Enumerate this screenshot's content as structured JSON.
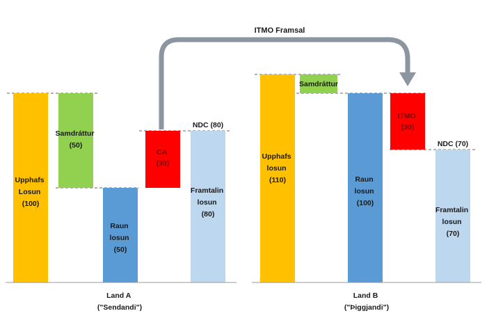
{
  "arrow_label": "ITMO Framsal",
  "colors": {
    "orange": "#FFC000",
    "green": "#92D050",
    "blue": "#5B9BD5",
    "red": "#FF0000",
    "light_blue": "#BDD7EE",
    "arrow": "#8C96A0"
  },
  "land_a": {
    "name": "Land A",
    "role": "(\"Sendandi\")",
    "bars": {
      "upphafs": {
        "l1": "Upphafs",
        "l2": "Losun",
        "l3": "(100)"
      },
      "samdrattur": {
        "l1": "Samdráttur",
        "l2": "(50)"
      },
      "raun": {
        "l1": "Raun",
        "l2": "losun",
        "l3": "(50)"
      },
      "ca": {
        "l1": "CA",
        "l2": "(30)"
      },
      "framtalin": {
        "l1": "Framtalin",
        "l2": "losun",
        "l3": "(80)"
      }
    },
    "ndc_label": "NDC (80)"
  },
  "land_b": {
    "name": "Land B",
    "role": "(\"Þiggjandi\")",
    "bars": {
      "upphafs": {
        "l1": "Upphafs",
        "l2": "losun",
        "l3": "(110)"
      },
      "samdrattur": {
        "l1": "Samdráttur"
      },
      "raun": {
        "l1": "Raun",
        "l2": "losun",
        "l3": "(100)"
      },
      "itmo": {
        "l1": "ITMO",
        "l2": "(30)"
      },
      "framtalin": {
        "l1": "Framtalin",
        "l2": "losun",
        "l3": "(70)"
      }
    },
    "ndc_label": "NDC (70)"
  }
}
